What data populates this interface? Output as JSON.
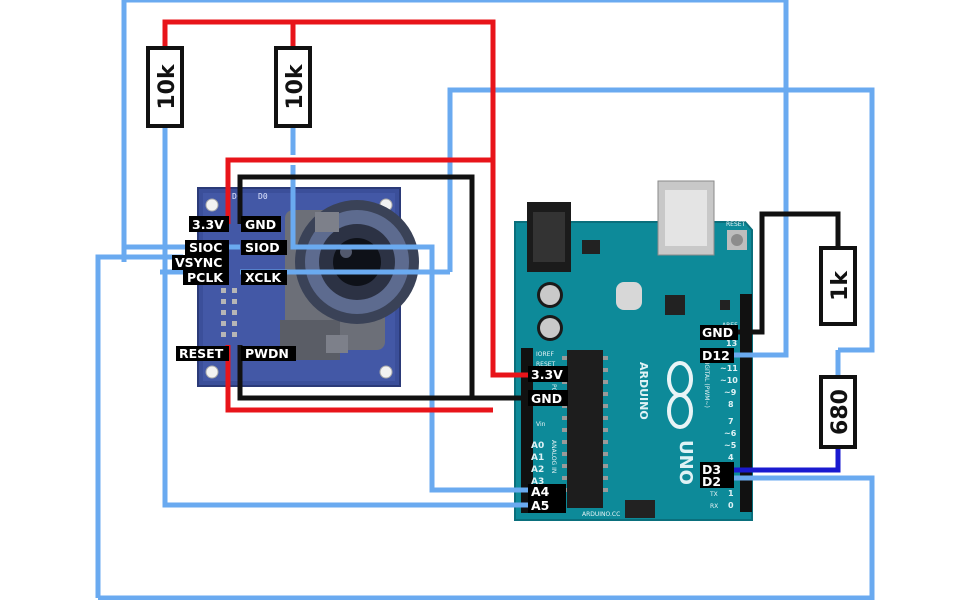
{
  "resistors": {
    "r1": "10k",
    "r2": "10k",
    "r3": "1k",
    "r4": "680"
  },
  "camera": {
    "pins": {
      "p33": "3.3V",
      "gnd": "GND",
      "sioc": "SIOC",
      "siod": "SIOD",
      "vsync": "VSYNC",
      "pclk": "PCLK",
      "xclk": "XCLK",
      "reset": "RESET",
      "pwdn": "PWDN"
    },
    "silk": {
      "d0": "D0",
      "d2": "D0"
    }
  },
  "arduino": {
    "pins": {
      "p33": "3.3V",
      "gnd_left": "GND",
      "a4": "A4",
      "a5": "A5",
      "gnd_right": "GND",
      "d12": "D12",
      "d3": "D3",
      "d2": "D2"
    },
    "silk": {
      "brand": "ARDUINO",
      "uno": "UNO",
      "site": "ARDUINO.CC",
      "reset": "RESET",
      "ioref": "IOREF",
      "reset2": "RESET",
      "power": "POWER",
      "analog": "ANALOG IN",
      "digital": "DIGITAL (PWM~)",
      "aref": "AREF",
      "tx": "TX",
      "rx": "RX",
      "vin": "Vin",
      "a0": "A0",
      "a1": "A1",
      "a2": "A2",
      "a3": "A3",
      "d13": "13",
      "d11": "~11",
      "d10": "~10",
      "d9": "~9",
      "d8": "8",
      "d7": "7",
      "d6": "~6",
      "d5": "~5",
      "d4": "4",
      "d1": "1",
      "d0": "0"
    }
  },
  "colors": {
    "blue_wire": "#6aaaf0",
    "red_wire": "#e8141a",
    "black_wire": "#111111",
    "dark_blue_wire": "#1a1ad0",
    "arduino_board": "#0d8a99",
    "camera_board": "#3b4f9a"
  }
}
